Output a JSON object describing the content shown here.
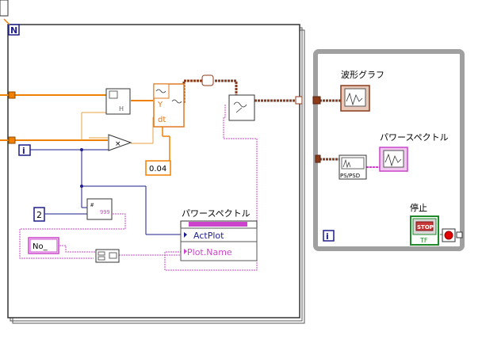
{
  "for_loop": {
    "count_terminal": "N"
  },
  "while_loop": {
    "iteration_terminal": "i"
  },
  "for_loop_iteration": "i",
  "constants": {
    "dt_value": "0.04",
    "number_two": "2",
    "name_prefix": "No_"
  },
  "waveform_node": {
    "y_label": "Y",
    "dt_label": "dt"
  },
  "property_node": {
    "title": "パワースペクトル",
    "prop_1": "ActPlot",
    "prop_2": "Plot.Name"
  },
  "indicators": {
    "waveform_graph": "波形グラフ",
    "power_spectrum": "パワースペクトル",
    "stop": "停止",
    "stop_button_text": "STOP",
    "stop_tf": "TF"
  },
  "ps_psd_label": "PS/PSD",
  "colors": {
    "orange_wire": "#f08000",
    "dark_orange": "#e07820",
    "brown_wire": "#8b3a1a",
    "pink_wire": "#cc44cc",
    "blue_wire": "#1e1e8c",
    "loop_gray": "#a0a0a0",
    "stop_green": "#1f8a2a"
  }
}
